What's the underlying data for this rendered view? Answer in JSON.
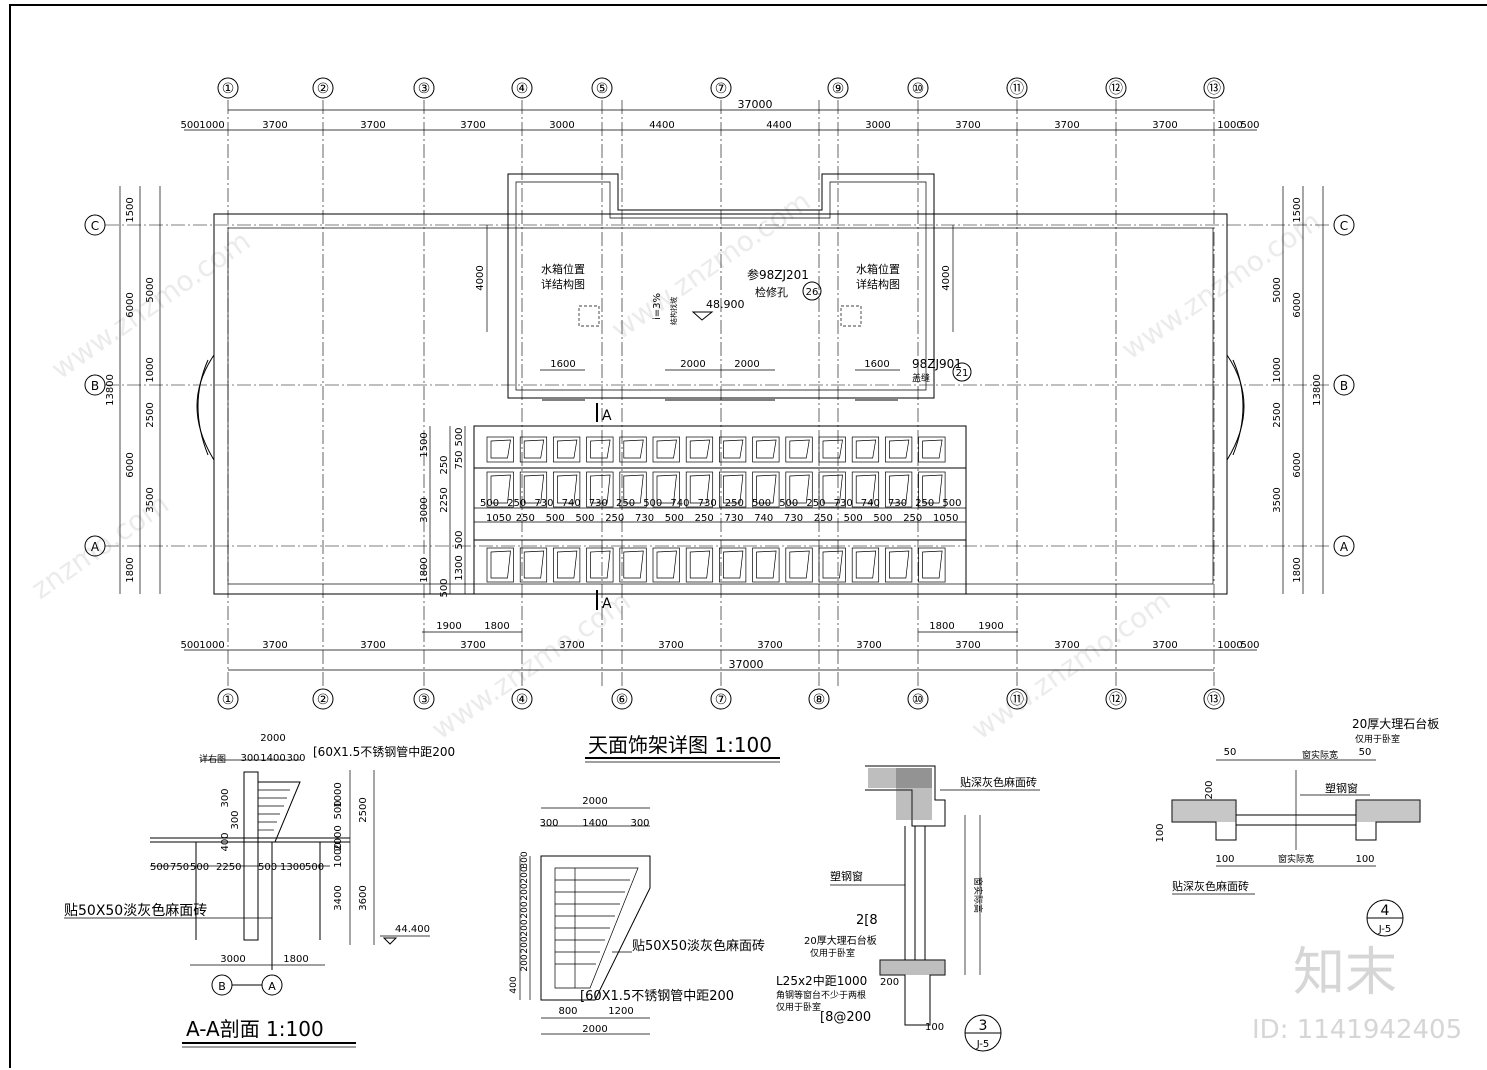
{
  "grid_top": [
    "①",
    "②",
    "③",
    "④",
    "⑤",
    "⑦",
    "⑨",
    "⑩",
    "⑪",
    "⑫",
    "⑬"
  ],
  "grid_bottom": [
    "①",
    "②",
    "③",
    "④",
    "⑥",
    "⑦",
    "⑧",
    "⑩",
    "⑪",
    "⑫",
    "⑬"
  ],
  "grid_rows": [
    "C",
    "B",
    "A"
  ],
  "top_dims": [
    "500",
    "1000",
    "3700",
    "3700",
    "3700",
    "3000",
    "4400",
    "4400",
    "3000",
    "3700",
    "3700",
    "3700",
    "1000",
    "500"
  ],
  "bottom_dims": [
    "500",
    "1000",
    "3700",
    "3700",
    "3700",
    "3700",
    "3700",
    "3700",
    "3700",
    "3700",
    "3700",
    "3700",
    "1000",
    "500"
  ],
  "total_dim": "37000",
  "left_dims": {
    "outer": [
      "1500",
      "6000",
      "6000",
      "1800"
    ],
    "inner": [
      "5000",
      "1000",
      "2500",
      "3500"
    ],
    "overall": "13800"
  },
  "right_dims": {
    "outer": [
      "1500",
      "6000",
      "6000",
      "1800"
    ],
    "inner": [
      "5000",
      "1000",
      "2500",
      "3500"
    ],
    "overall": "13800"
  },
  "plan_labels": {
    "tank_left": [
      "水箱位置",
      "详结构图"
    ],
    "tank_right": [
      "水箱位置",
      "详结构图"
    ],
    "ref1": "参98ZJ201",
    "ref1_sub": "检修孔",
    "ref1_circle": "26",
    "ref2": "98ZJ901",
    "ref2_sub": "盖缝",
    "ref2_circle": "21",
    "slope": "i=3%",
    "slope_sub": "结构找坡",
    "elev": "48.900",
    "dim_4000": "4000",
    "dim_1600": "1600",
    "dim_2000": "2000",
    "dim_1900": "1900",
    "dim_1800": "1800",
    "section_mark": "A"
  },
  "grid_mid_dims_row1": [
    "500",
    "250",
    "730",
    "740",
    "730",
    "250",
    "500",
    "740",
    "730",
    "250",
    "500",
    "500",
    "250",
    "730",
    "740",
    "730",
    "250",
    "500"
  ],
  "grid_mid_dims_row2": [
    "1050",
    "250",
    "500",
    "500",
    "250",
    "730",
    "500",
    "250",
    "730",
    "740",
    "730",
    "250",
    "500",
    "500",
    "250",
    "1050"
  ],
  "left_grid_dims": [
    "1500",
    "500",
    "750",
    "250",
    "3000",
    "2250",
    "1800",
    "500",
    "1300",
    "500"
  ],
  "main_title": "天面饰架详图 1:100",
  "section_aa": {
    "title": "A-A剖面 1:100",
    "dims_top": [
      "2000",
      "300",
      "1400",
      "300"
    ],
    "note_pipe": "[60X1.5不锈钢管中距200",
    "note_detail": "详右图",
    "dims_row": [
      "500",
      "750",
      "500",
      "2250",
      "500",
      "1300",
      "500"
    ],
    "dims_right": [
      "1000",
      "500",
      "2500",
      "2000",
      "1000",
      "3400",
      "3600"
    ],
    "dims_left": [
      "300",
      "400",
      "300"
    ],
    "note_tile": "贴50X50淡灰色麻面砖",
    "elev": "44.400",
    "dims_bottom": [
      "3000",
      "1800"
    ],
    "axis": [
      "B",
      "A"
    ]
  },
  "detail_frame": {
    "dims_top": [
      "2000",
      "300",
      "1400",
      "300"
    ],
    "dims_left": [
      "400",
      "200",
      "200",
      "200",
      "200",
      "200",
      "200",
      "300"
    ],
    "note_tile": "贴50X50淡灰色麻面砖",
    "note_pipe": "[60X1.5不锈钢管中距200",
    "dims_bottom": [
      "800",
      "1200",
      "2000"
    ]
  },
  "detail_3": {
    "tile": "贴深灰色麻面砖",
    "window": "塑钢窗",
    "channel": "2[8",
    "marble": "20厚大理石台板",
    "marble_sub": "仅用于卧室",
    "angle": "L25x2中距1000",
    "angle_sub1": "角钢等窗台不少于两根",
    "angle_sub2": "仅用于卧室",
    "channel2": "[8@200",
    "dim_200": "200",
    "dim_100": "100",
    "height_label": "窗实际高",
    "circle_num": "3",
    "circle_sheet": "J-5"
  },
  "detail_4": {
    "marble": "20厚大理石台板",
    "marble_sub": "仅用于卧室",
    "window": "塑钢窗",
    "width_label": "窗实际宽",
    "tile": "贴深灰色麻面砖",
    "dim_50": "50",
    "dim_200": "200",
    "dim_100": "100",
    "circle_num": "4",
    "circle_sheet": "J-5"
  },
  "watermark": {
    "logo": "知末",
    "id": "ID: 1141942405"
  }
}
